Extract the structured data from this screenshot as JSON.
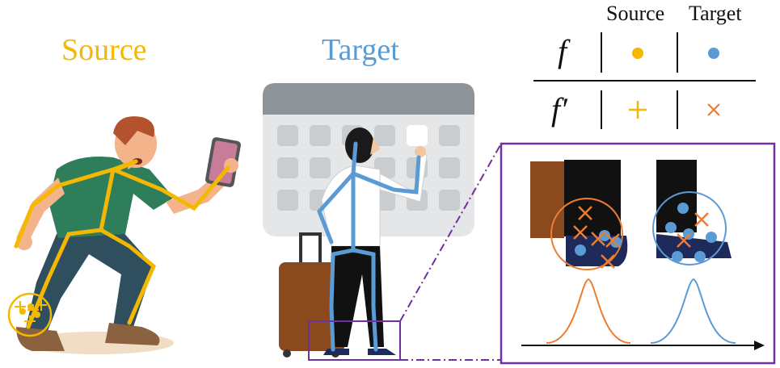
{
  "titles": {
    "source": "Source",
    "target": "Target"
  },
  "legend": {
    "col_source": "Source",
    "col_target": "Target",
    "row_f": "f",
    "row_fprime": "f′",
    "symbols": {
      "f_source": "circle",
      "f_target": "circle",
      "fprime_source": "plus",
      "fprime_target": "cross"
    }
  },
  "colors": {
    "source": "#f5b800",
    "target": "#5b9bd5",
    "source_curve": "#ed7d31",
    "target_curve": "#5b9bd5",
    "zoom_frame": "#7030a0",
    "suitcase": "#8a4a1e",
    "calendar_header": "#8c9399",
    "calendar_body": "#e4e6e7",
    "shirt_source": "#2e7d5b",
    "pants_source": "#2f4f5f"
  }
}
